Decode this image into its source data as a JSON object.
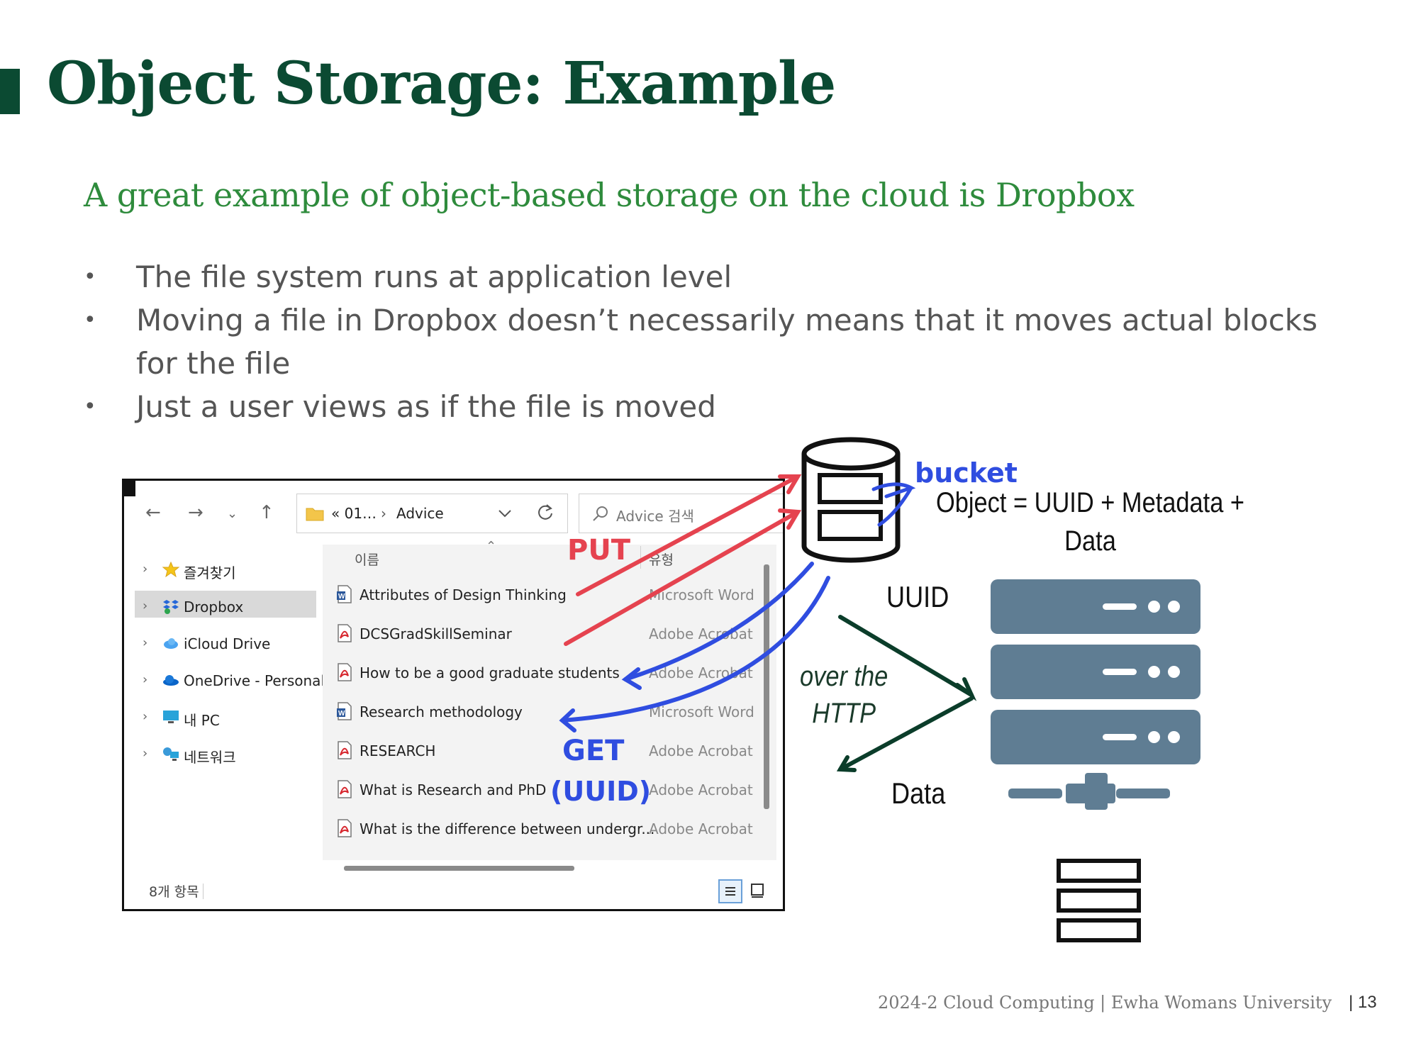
{
  "slide": {
    "title": "Object Storage: Example",
    "subtitle": "A great example of object-based storage on the cloud is Dropbox",
    "bullets": [
      "The file system runs at application level",
      "Moving a file in Dropbox doesn’t necessarily means that it moves actual blocks for the file",
      "Just a user views as if the file is moved"
    ],
    "bullet_symbol": "•"
  },
  "explorer": {
    "path_prefix": "«  01…",
    "path_sep": "›",
    "path_current": "Advice",
    "search_placeholder": "Advice 검색",
    "col_name": "이름",
    "col_type": "유형",
    "sidebar": [
      {
        "label": "즐겨찾기",
        "icon": "star-icon"
      },
      {
        "label": "Dropbox",
        "icon": "dropbox-icon"
      },
      {
        "label": "iCloud Drive",
        "icon": "icloud-icon"
      },
      {
        "label": "OneDrive - Personal",
        "icon": "onedrive-icon"
      },
      {
        "label": "내 PC",
        "icon": "pc-icon"
      },
      {
        "label": "네트워크",
        "icon": "network-icon"
      }
    ],
    "files": [
      {
        "name": "Attributes of Design Thinking",
        "type": "Microsoft Word",
        "icon": "word-icon"
      },
      {
        "name": "DCSGradSkillSeminar",
        "type": "Adobe Acrobat",
        "icon": "pdf-icon"
      },
      {
        "name": "How to be a good graduate students",
        "type": "Adobe Acrobat",
        "icon": "pdf-icon"
      },
      {
        "name": "Research methodology",
        "type": "Microsoft Word",
        "icon": "word-icon"
      },
      {
        "name": "RESEARCH",
        "type": "Adobe Acrobat",
        "icon": "pdf-icon"
      },
      {
        "name": "What is Research and PhD",
        "type": "Adobe Acrobat",
        "icon": "pdf-icon"
      },
      {
        "name": "What is the difference between undergr...",
        "type": "Adobe Acrobat",
        "icon": "pdf-icon"
      }
    ],
    "status": "8개 항목"
  },
  "annotations": {
    "put": "PUT",
    "get": "GET",
    "uuid_paren": "(UUID)",
    "bucket": "bucket"
  },
  "diagram": {
    "object_line1": "Object = UUID + Metadata +",
    "object_line2": "Data",
    "uuid": "UUID",
    "http_line1": "over the",
    "http_line2": "HTTP",
    "data": "Data"
  },
  "footer": {
    "course": "2024-2 Cloud Computing  |  Ewha Womans University",
    "page": "| 13"
  },
  "colors": {
    "title": "#0b4a32",
    "subtitle": "#2e8b3c",
    "put_arrow": "#e5434f",
    "get_arrow": "#2f4de0",
    "server": "#5f7d93"
  }
}
